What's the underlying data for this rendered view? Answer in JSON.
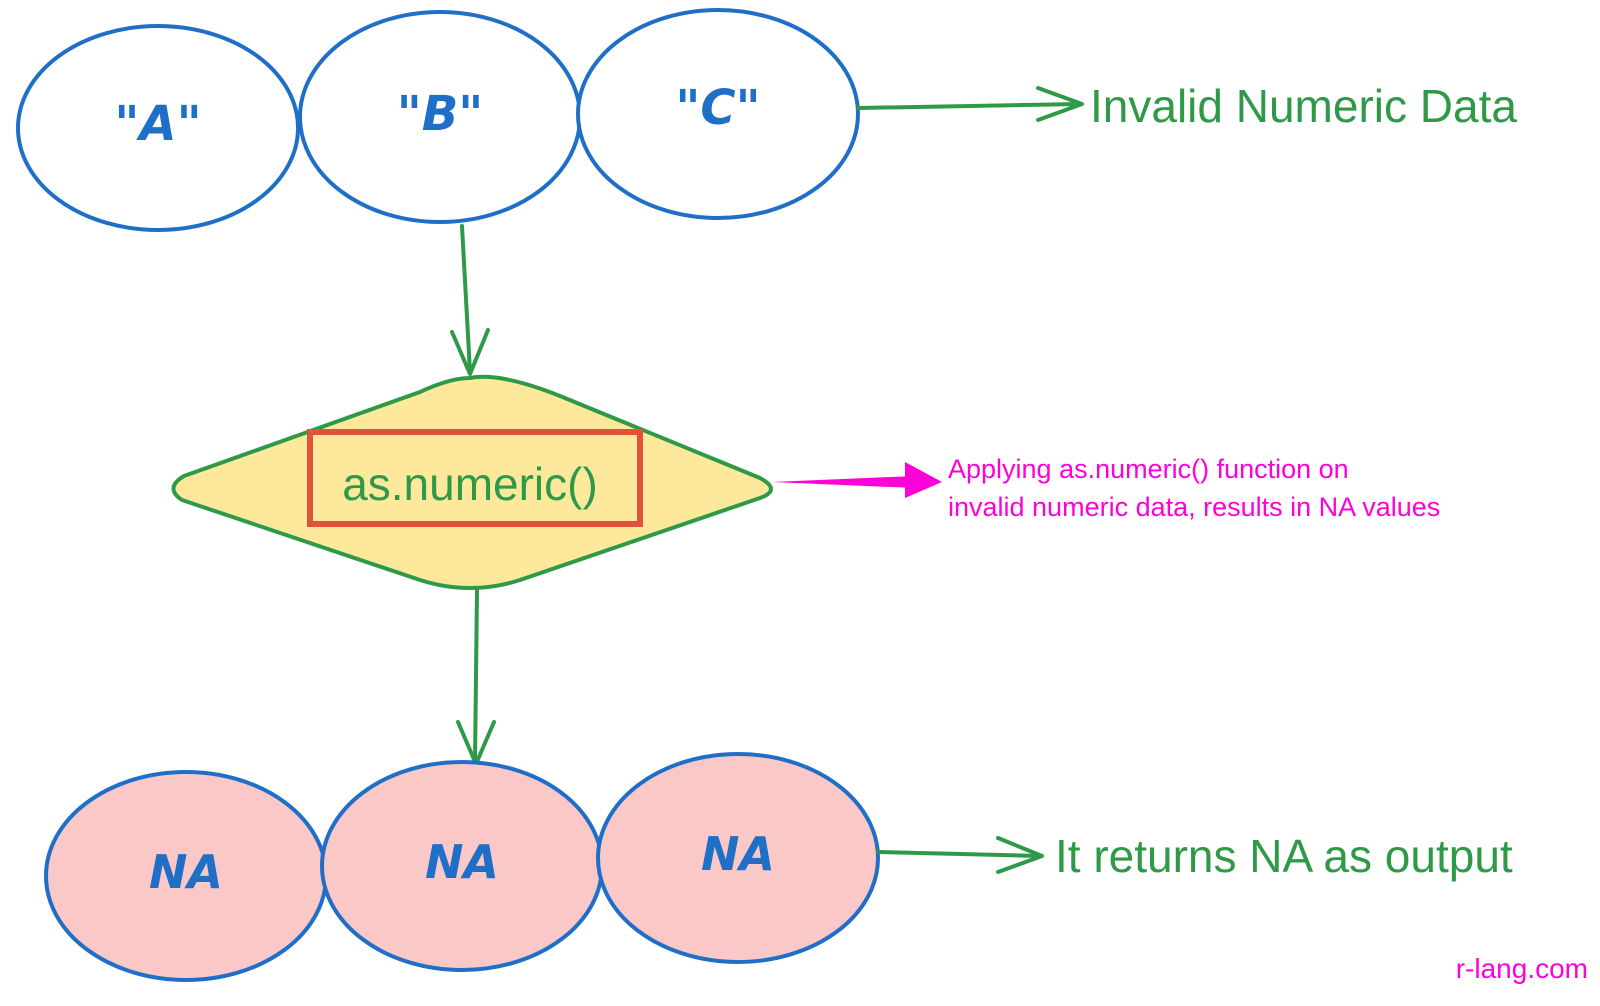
{
  "inputs": {
    "items": [
      "\"A\"",
      "\"B\"",
      "\"C\""
    ],
    "caption": "Invalid Numeric Data"
  },
  "function": {
    "label": "as.numeric()"
  },
  "note": {
    "line1": "Applying as.numeric() function on",
    "line2": "invalid numeric data, results in NA values"
  },
  "outputs": {
    "items": [
      "NA",
      "NA",
      "NA"
    ],
    "caption": "It returns NA as output"
  },
  "watermark": "r-lang.com",
  "colors": {
    "blue_stroke": "#1f6fc8",
    "green": "#2e9a48",
    "magenta": "#ff00d8",
    "diamond_fill": "#fde89c",
    "box_stroke": "#e0533a",
    "na_fill": "#fbc8c8"
  }
}
